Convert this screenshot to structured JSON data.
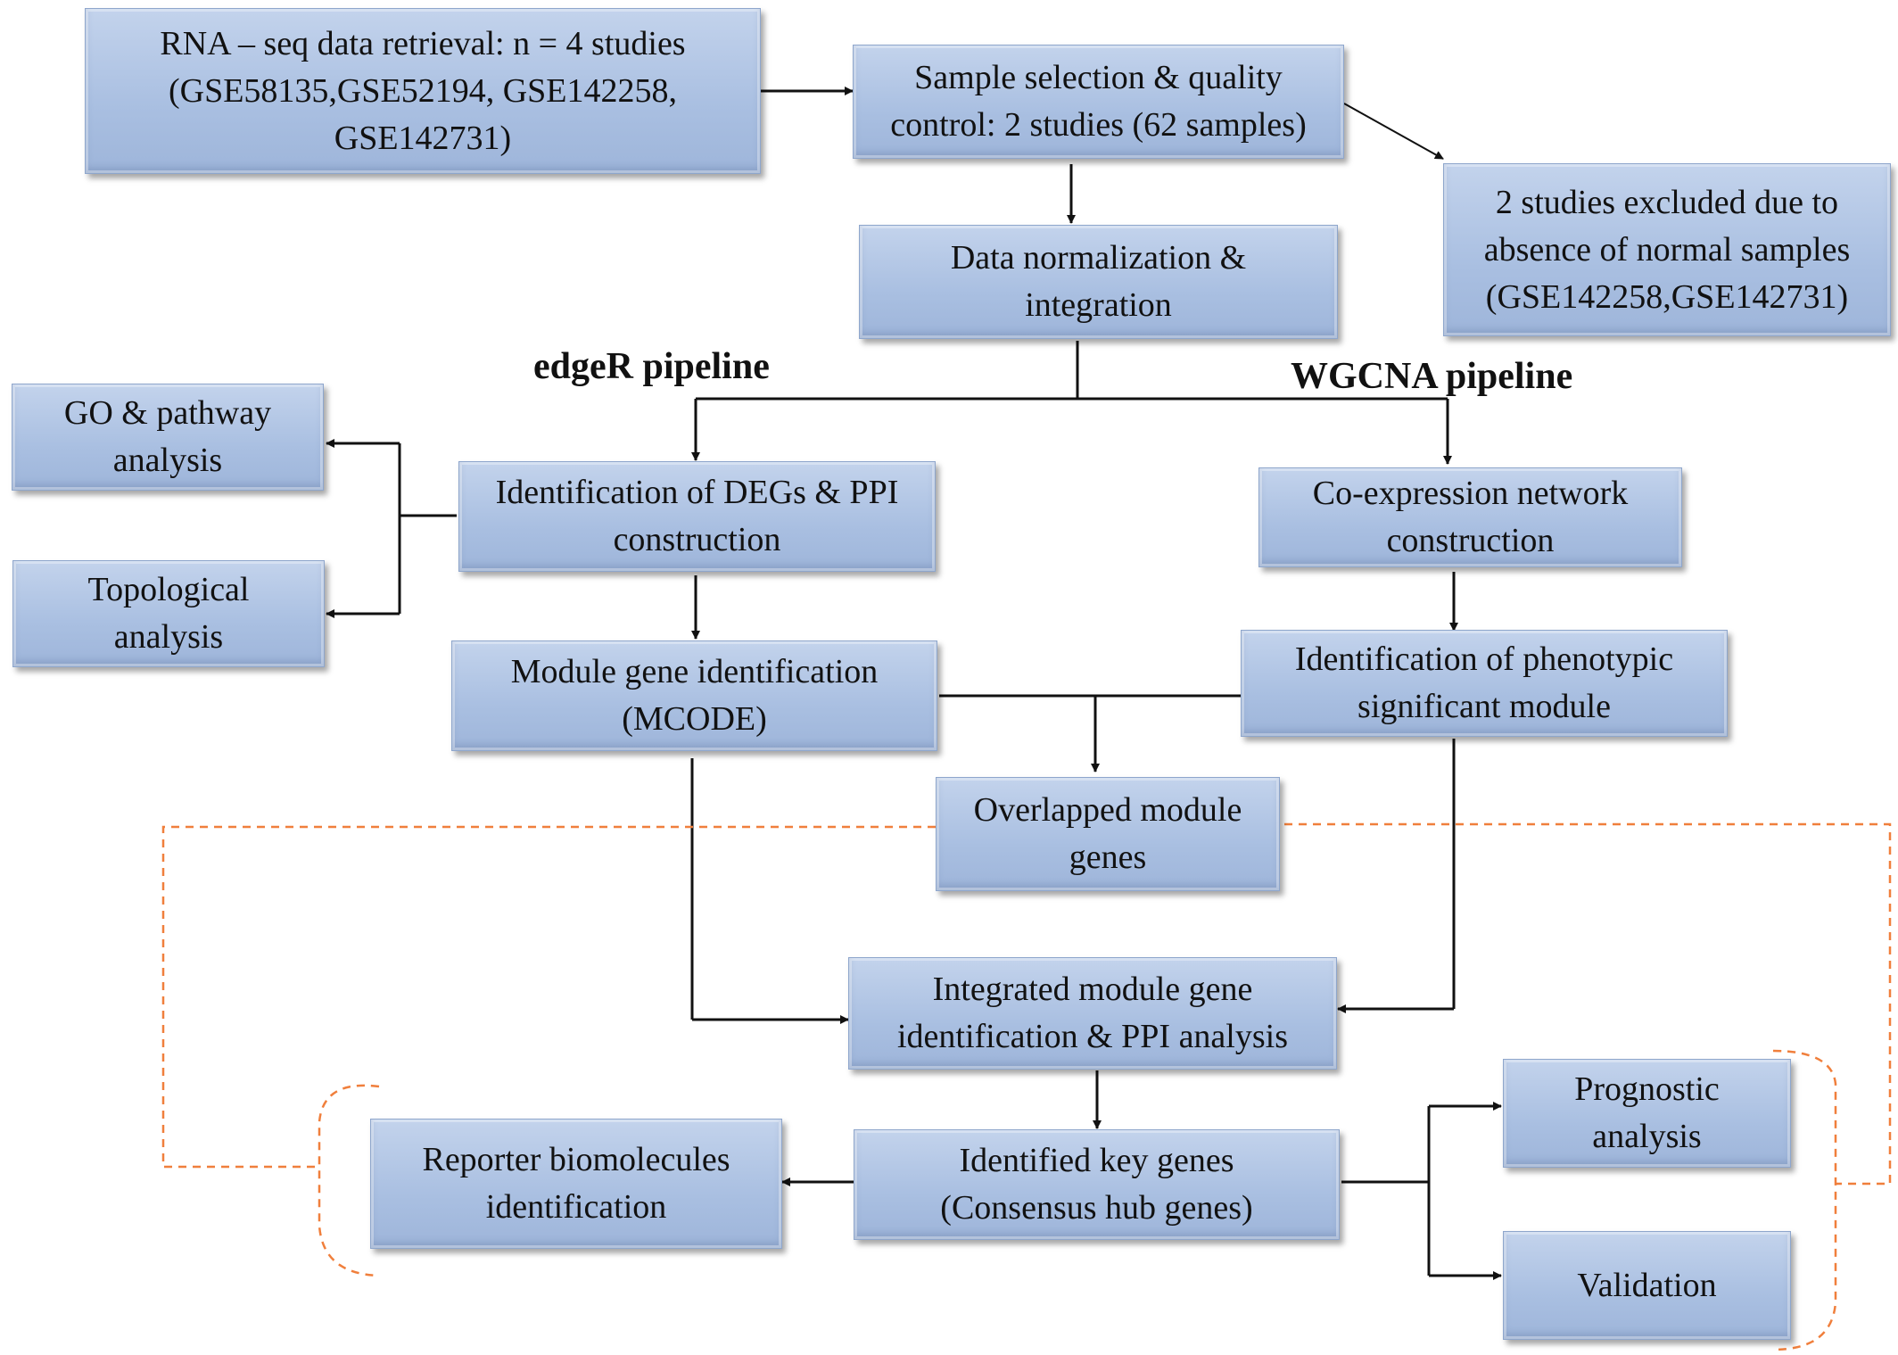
{
  "nodes": {
    "retrieval": "RNA – seq data retrieval: n = 4 studies\n(GSE58135,GSE52194, GSE142258,\nGSE142731)",
    "selection": "Sample selection & quality\ncontrol: 2 studies (62 samples)",
    "excluded": "2 studies excluded due to\nabsence of normal samples\n(GSE142258,GSE142731)",
    "normalization": "Data normalization &\nintegration",
    "go_pathway": "GO & pathway\nanalysis",
    "topological": "Topological\nanalysis",
    "degs": "Identification of DEGs & PPI\nconstruction",
    "coexpression": "Co-expression network\nconstruction",
    "mcode": "Module  gene identification\n(MCODE)",
    "phenotypic": "Identification of phenotypic\nsignificant module",
    "overlapped": "Overlapped module\ngenes",
    "integrated": "Integrated module gene\nidentification & PPI analysis",
    "key_genes": "Identified key genes\n(Consensus hub genes)",
    "reporter": "Reporter biomolecules\nidentification",
    "prognostic": "Prognostic\nanalysis",
    "validation": "Validation"
  },
  "labels": {
    "edger": "edgeR pipeline",
    "wgcna": "WGCNA pipeline"
  },
  "colors": {
    "box_fill": "#a9bfe1",
    "arrow": "#111111",
    "dashed_bracket": "#f07f3c"
  }
}
